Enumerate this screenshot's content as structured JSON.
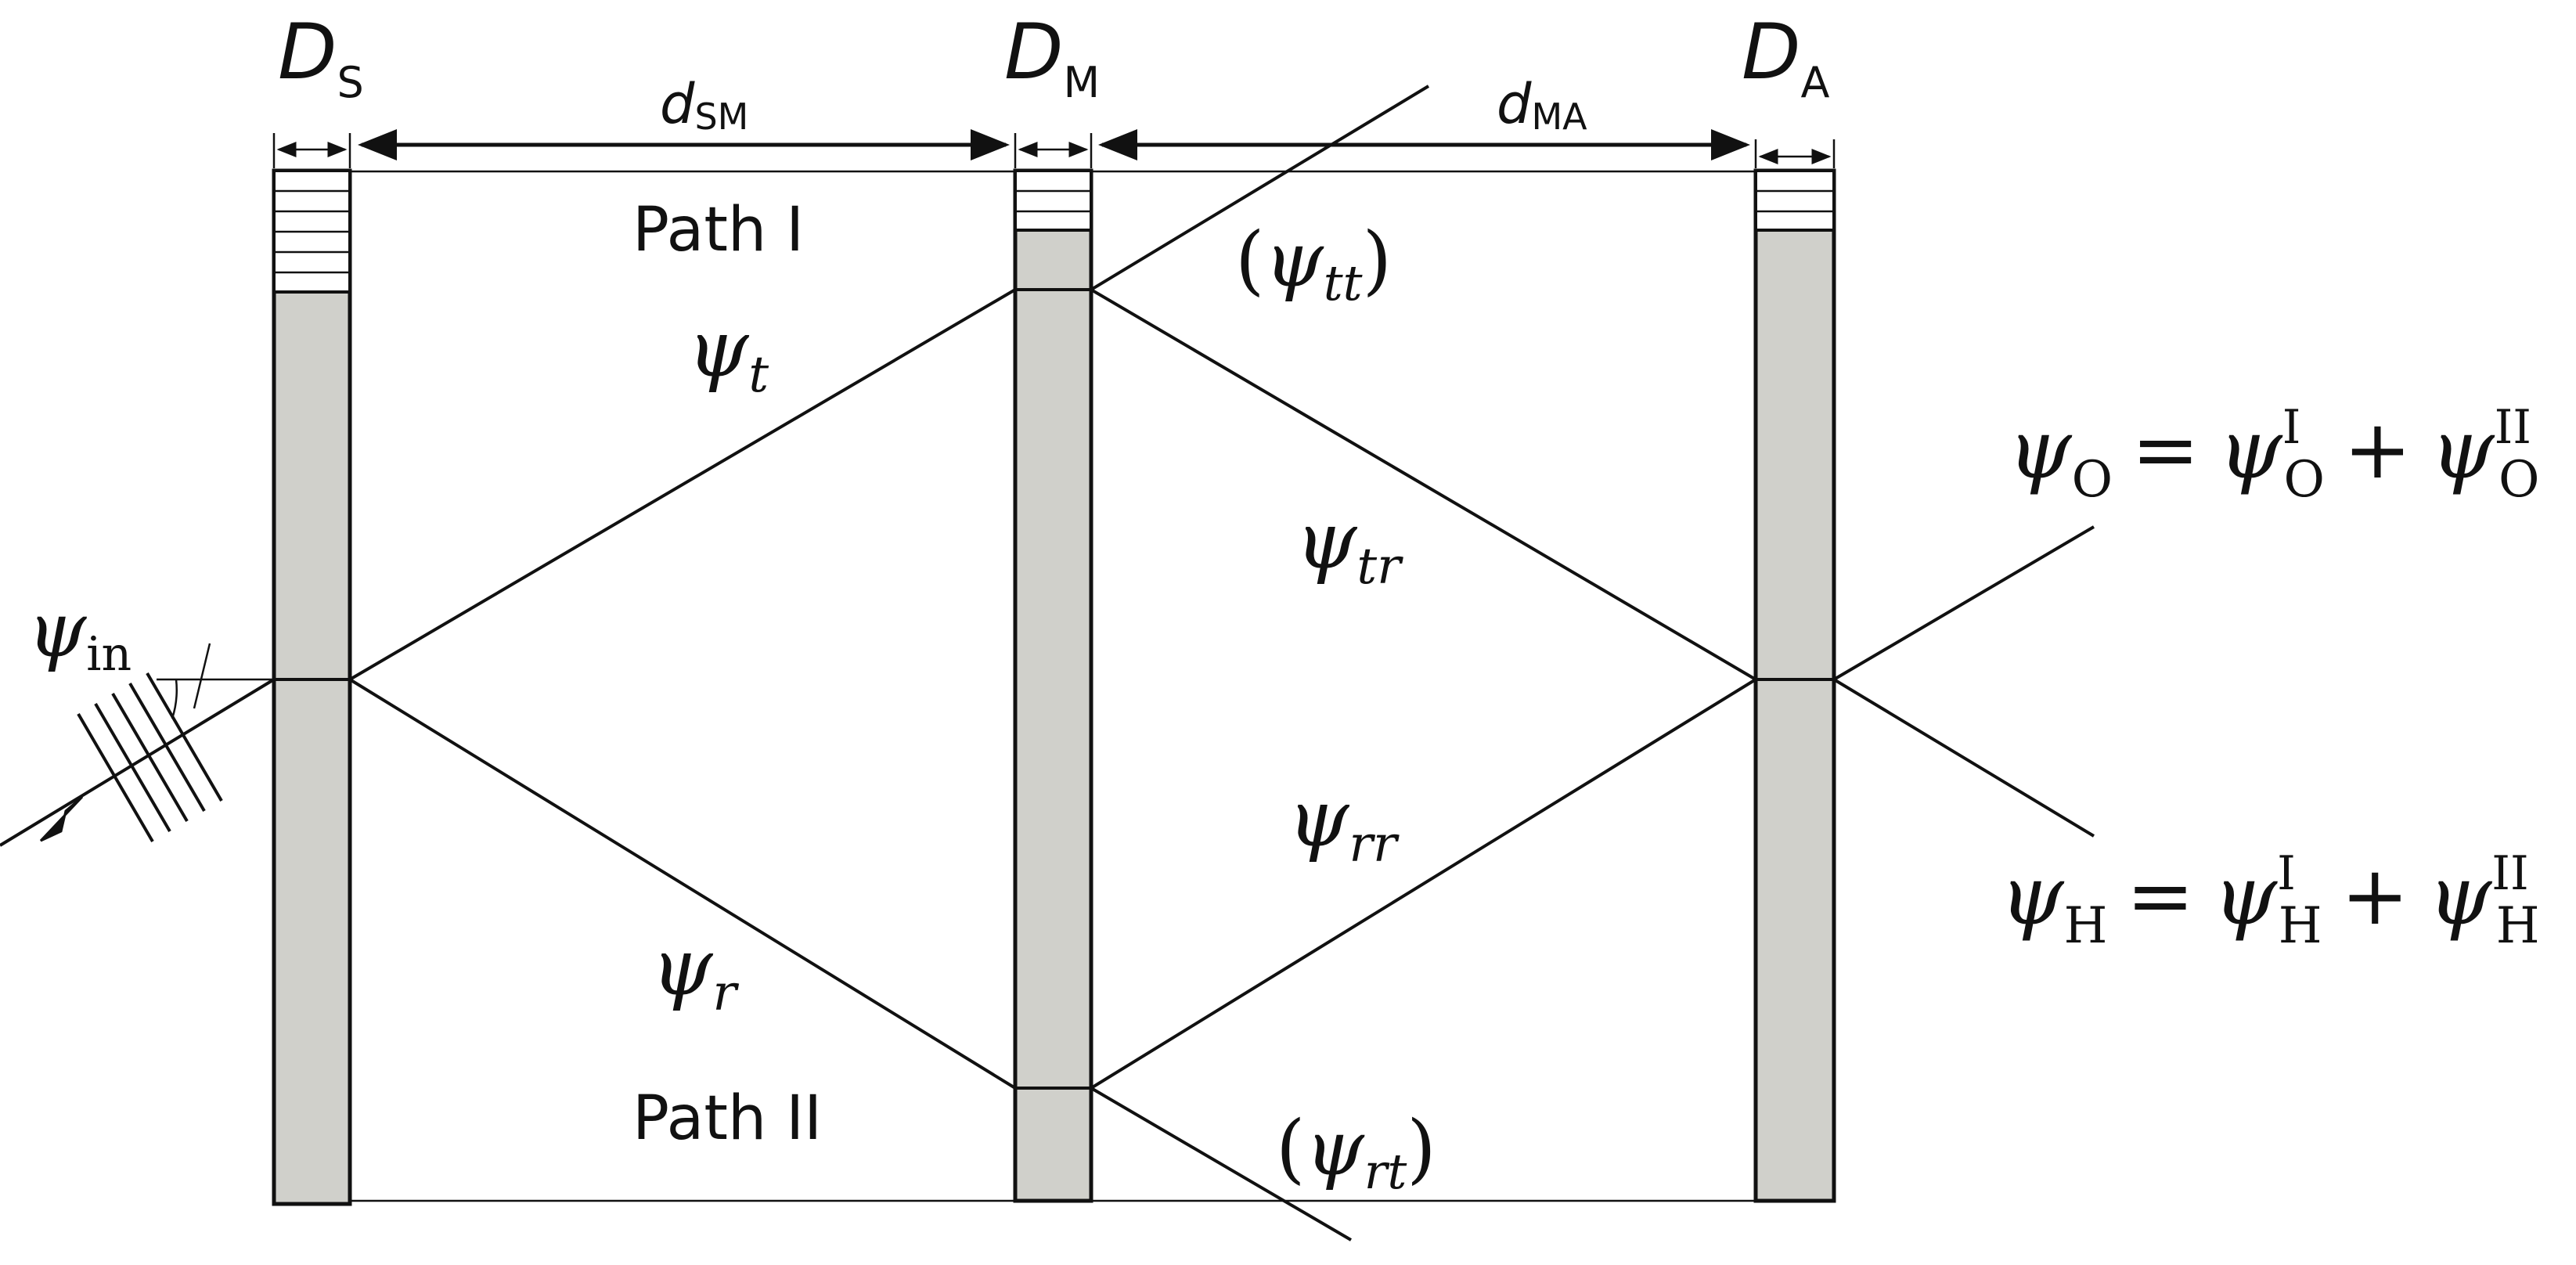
{
  "detectors": {
    "s": {
      "main": "D",
      "sub": "S"
    },
    "m": {
      "main": "D",
      "sub": "M"
    },
    "a": {
      "main": "D",
      "sub": "A"
    }
  },
  "distances": {
    "sm": {
      "main": "d",
      "sub": "SM"
    },
    "ma": {
      "main": "d",
      "sub": "MA"
    }
  },
  "paths": {
    "one": "Path I",
    "two": "Path II"
  },
  "waves": {
    "psi": "ψ",
    "in": "in",
    "t": "t",
    "r": "r",
    "tt": "tt",
    "tr": "tr",
    "rr": "rr",
    "rt": "rt",
    "open_paren": "(",
    "close_paren": ")"
  },
  "outputs": {
    "o": {
      "sub": "O",
      "eq": "=",
      "plus": "+",
      "sup1": "I",
      "sup2": "II"
    },
    "h": {
      "sub": "H",
      "eq": "=",
      "plus": "+",
      "sup1": "I",
      "sup2": "II"
    }
  }
}
